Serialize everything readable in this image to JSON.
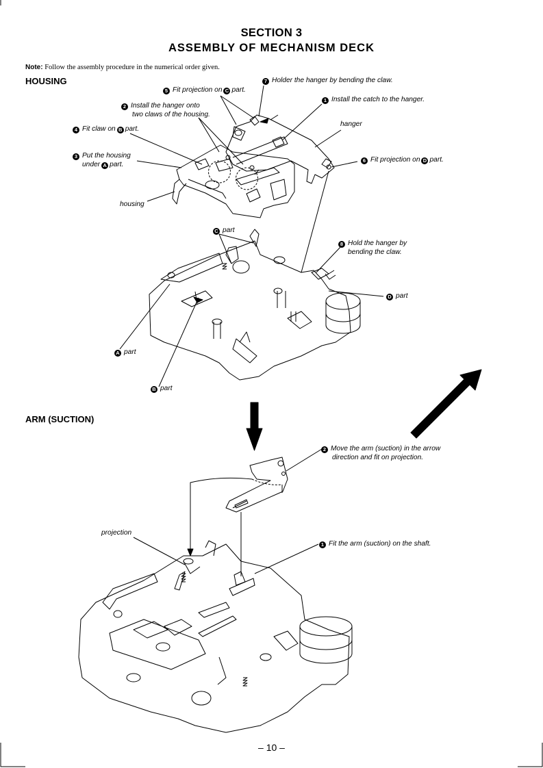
{
  "header": {
    "section": "SECTION 3",
    "title": "ASSEMBLY OF MECHANISM DECK"
  },
  "note": {
    "label": "Note:",
    "text": "Follow the assembly procedure in the numerical order given."
  },
  "housing": {
    "heading": "HOUSING",
    "callouts": {
      "step7": {
        "num": "7",
        "text": "Holder the hanger by bending the claw."
      },
      "step5": {
        "num": "5",
        "pre": "Fit projection on",
        "ref": "C",
        "post": "part."
      },
      "step1": {
        "num": "1",
        "text": "Install the catch to the hanger."
      },
      "step2": {
        "num": "2",
        "line1": "Install the hanger onto",
        "line2": "two claws of the housing."
      },
      "step4": {
        "num": "4",
        "pre": "Fit claw on",
        "ref": "B",
        "post": "part."
      },
      "step3": {
        "num": "3",
        "line1": "Put the housing",
        "pre2": "under",
        "ref": "A",
        "post2": "part."
      },
      "step6": {
        "num": "6",
        "pre": "Fit projection on",
        "ref": "D",
        "post": "part."
      },
      "step8": {
        "num": "8",
        "line1": "Hold the hanger by",
        "line2": "bending the claw."
      },
      "hanger": "hanger",
      "housing": "housing",
      "partC": {
        "ref": "C",
        "text": "part"
      },
      "partD": {
        "ref": "D",
        "text": "part"
      },
      "partA": {
        "ref": "A",
        "text": "part"
      },
      "partB": {
        "ref": "B",
        "text": "part"
      }
    }
  },
  "arm": {
    "heading": "ARM (SUCTION)",
    "callouts": {
      "step2": {
        "num": "2",
        "line1": "Move the arm (suction) in the arrow",
        "line2": "direction and fit on projection."
      },
      "step1": {
        "num": "1",
        "text": "Fit the arm (suction) on the shaft."
      },
      "projection": "projection"
    }
  },
  "footer": {
    "page": "– 10 –"
  }
}
